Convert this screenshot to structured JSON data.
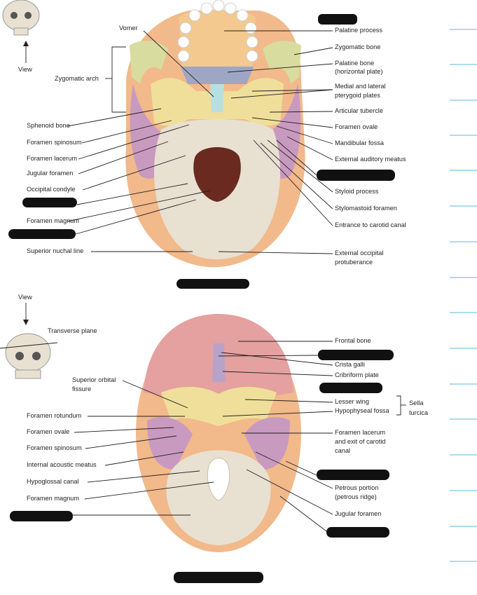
{
  "top_diagram": {
    "view_label": "View",
    "zygomatic_arch": "Zygomatic arch",
    "vomer": "Vomer",
    "left_labels": [
      "Sphenoid bone",
      "Foramen spinosum",
      "Foramen lacerum",
      "Jugular foramen",
      "Occipital condyle",
      "Foramen magnum",
      "Superior nuchal line"
    ],
    "right_labels": [
      "Palatine process",
      "Zygomatic bone",
      "Palatine bone",
      "(horizontal plate)",
      "Medial and lateral",
      "pterygoid plates",
      "Articular tubercle",
      "Foramen ovale",
      "Mandibular fossa",
      "External auditory meatus",
      "Styloid process",
      "Stylomastoid  foramen",
      "Entrance to carotid canal",
      "External occipital",
      "protuberance"
    ]
  },
  "bottom_diagram": {
    "view_label": "View",
    "transverse_plane": "Transverse plane",
    "left_labels": [
      "Superior orbital",
      "fissure",
      "Foramen rotundum",
      "Foramen ovale",
      "Foramen spinosum",
      "Internal acoustic meatus",
      "Hypoglossal canal",
      "Foramen magnum"
    ],
    "right_labels": [
      "Frontal bone",
      "Crista galli",
      "Cribriform plate",
      "Lesser wing",
      "Hypophyseal fossa",
      "Foramen lacerum",
      "and exit of carotid",
      "canal",
      "Petrous portion",
      "(petrous ridge)",
      "Jugular foramen"
    ],
    "sella": [
      "Sella",
      "turcica"
    ]
  },
  "colors": {
    "maxilla": "#f3c98f",
    "zygomatic": "#d8dc9f",
    "palatine": "#9ea6c4",
    "sphenoid": "#efdf9a",
    "temporal": "#c99ac0",
    "occipital": "#e8e1d2",
    "parietal": "#f2b98a",
    "frontal": "#e5a0a0",
    "ethmoid": "#b9a2c8",
    "redaction": "#111111",
    "answer_line": "#5fb6e2"
  }
}
